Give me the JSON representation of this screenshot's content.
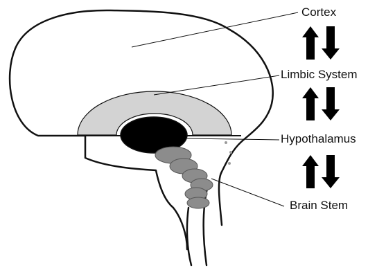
{
  "labels": {
    "cortex": "Cortex",
    "limbic": "Limbic System",
    "hypothalamus": "Hypothalamus",
    "brainstem": "Brain Stem"
  },
  "colors": {
    "outline": "#111111",
    "limbic_fill": "#d3d3d3",
    "hypothalamus_fill": "#000000",
    "brainstem_fill": "#8c8c8c",
    "arrow_fill": "#000000"
  },
  "arrows": [
    {
      "name": "arrows-cortex-limbic",
      "up": "up-arrow",
      "down": "down-arrow"
    },
    {
      "name": "arrows-limbic-hypothalamus",
      "up": "up-arrow",
      "down": "down-arrow"
    },
    {
      "name": "arrows-hypothalamus-brainstem",
      "up": "up-arrow",
      "down": "down-arrow"
    }
  ]
}
